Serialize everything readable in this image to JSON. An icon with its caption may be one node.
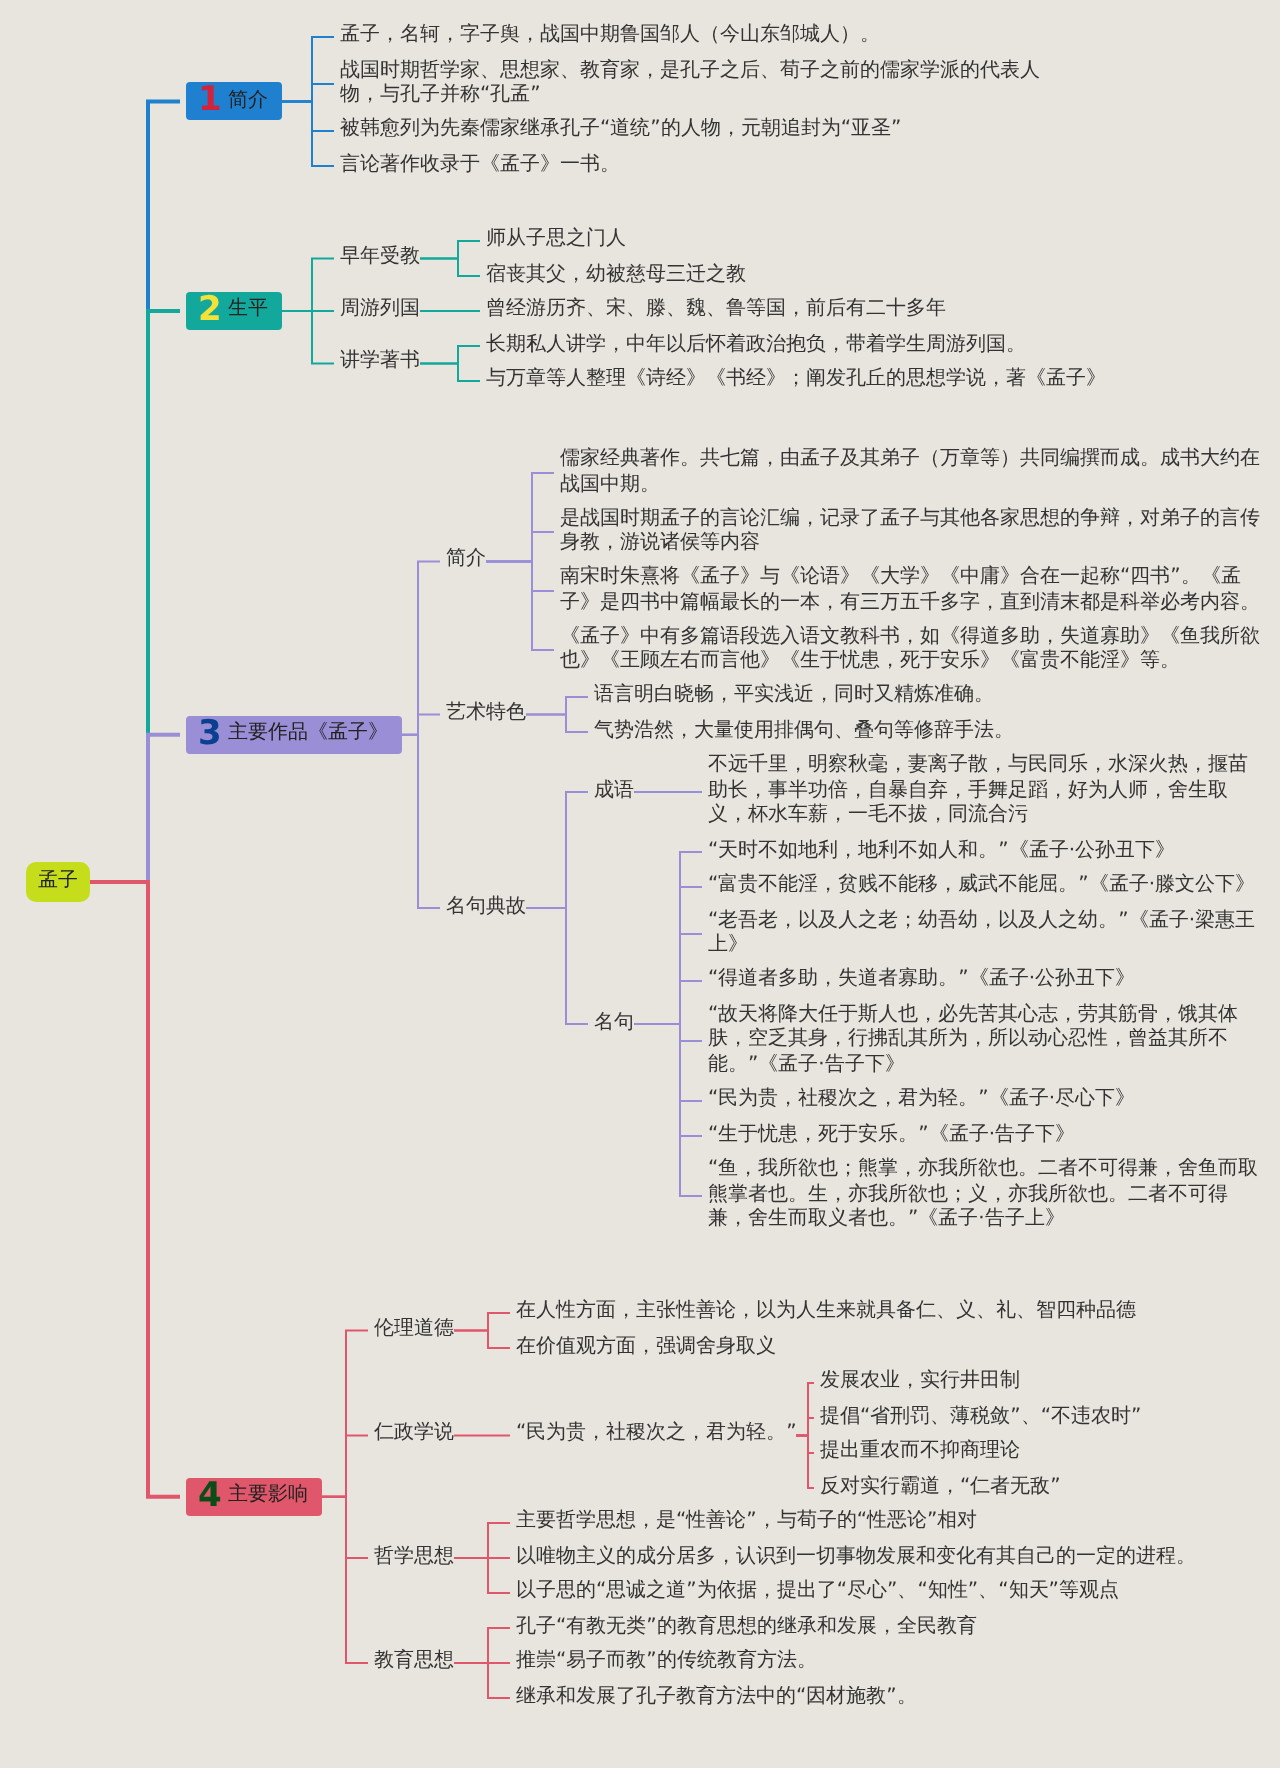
{
  "diagram": {
    "nodes": [
      {
        "text": [
          "孟子"
        ]
      },
      {
        "text": [
          "1",
          "简介"
        ]
      },
      {
        "text": [
          "孟子，名轲，字子舆，战国中期鲁国邹人（今山东邹城人）。"
        ]
      },
      {
        "text": [
          "战国时期哲学家、思想家、教育家，是孔子之后、荀子之前的儒家学派的代表人物，与孔子并称“孔孟”"
        ]
      },
      {
        "text": [
          "被韩愈列为先秦儒家继承孔子“道统”的人物，元朝追封为“亚圣”"
        ]
      },
      {
        "text": [
          "言论著作收录于《孟子》一书。"
        ]
      },
      {
        "text": [
          "2",
          "生平"
        ]
      },
      {
        "text": [
          "早年受教"
        ]
      },
      {
        "text": [
          "师从子思之门人"
        ]
      },
      {
        "text": [
          "宿丧其父，幼被慈母三迁之教"
        ]
      },
      {
        "text": [
          "周游列国"
        ]
      },
      {
        "text": [
          "曾经游历齐、宋、滕、魏、鲁等国，前后有二十多年"
        ]
      },
      {
        "text": [
          "讲学著书"
        ]
      },
      {
        "text": [
          "长期私人讲学，中年以后怀着政治抱负，带着学生周游列国。"
        ]
      },
      {
        "text": [
          "与万章等人整理《诗经》《书经》；阐发孔丘的思想学说，著《孟子》"
        ]
      },
      {
        "text": [
          "3",
          "主要作品《孟子》"
        ]
      },
      {
        "text": [
          "简介"
        ]
      },
      {
        "text": [
          "儒家经典著作。共七篇，由孟子及其弟子（万章等）共同编撰而成。成书大约在战国中期。"
        ]
      },
      {
        "text": [
          "是战国时期孟子的言论汇编，记录了孟子与其他各家思想的争辩，对弟子的言传身教，游说诸侯等内容"
        ]
      },
      {
        "text": [
          "南宋时朱熹将《孟子》与《论语》《大学》《中庸》合在一起称“四书”。《孟子》是四书中篇幅最长的一本，有三万五千多字，直到清末都是科举必考内容。"
        ]
      },
      {
        "text": [
          "《孟子》中有多篇语段选入语文教科书，如《得道多助，失道寡助》《鱼我所欲也》《王顾左右而言他》《生于忧患，死于安乐》《富贵不能淫》等。"
        ]
      },
      {
        "text": [
          "艺术特色"
        ]
      },
      {
        "text": [
          "语言明白晓畅，平实浅近，同时又精炼准确。"
        ]
      },
      {
        "text": [
          "气势浩然，大量使用排偶句、叠句等修辞手法。"
        ]
      },
      {
        "text": [
          "名句典故"
        ]
      },
      {
        "text": [
          "成语"
        ]
      },
      {
        "text": [
          "不远千里，明察秋毫，妻离子散，与民同乐，水深火热，揠苗助长，事半功倍，自暴自弃，手舞足蹈，好为人师，舍生取义，杯水车薪，一毛不拔，同流合污"
        ]
      },
      {
        "text": [
          "名句"
        ]
      },
      {
        "text": [
          "“天时不如地利，地利不如人和。”《孟子·公孙丑下》"
        ]
      },
      {
        "text": [
          "“富贵不能淫，贫贱不能移，威武不能屈。”《孟子·滕文公下》"
        ]
      },
      {
        "text": [
          "“老吾老，以及人之老；幼吾幼，以及人之幼。”《孟子·梁惠王上》"
        ]
      },
      {
        "text": [
          "“得道者多助，失道者寡助。”《孟子·公孙丑下》"
        ]
      },
      {
        "text": [
          "“故天将降大任于斯人也，必先苦其心志，劳其筋骨，饿其体肤，空乏其身，行拂乱其所为，所以动心忍性，曾益其所不能。”《孟子·告子下》"
        ]
      },
      {
        "text": [
          "“民为贵，社稷次之，君为轻。”《孟子·尽心下》"
        ]
      },
      {
        "text": [
          "“生于忧患，死于安乐。”《孟子·告子下》"
        ]
      },
      {
        "text": [
          "“鱼，我所欲也；熊掌，亦我所欲也。二者不可得兼，舍鱼而取熊掌者也。生，亦我所欲也；义，亦我所欲也。二者不可得兼，舍生而取义者也。”《孟子·告子上》"
        ]
      },
      {
        "text": [
          "4",
          "主要影响"
        ]
      },
      {
        "text": [
          "伦理道德"
        ]
      },
      {
        "text": [
          "在人性方面，主张性善论，以为人生来就具备仁、义、礼、智四种品德"
        ]
      },
      {
        "text": [
          "在价值观方面，强调舍身取义"
        ]
      },
      {
        "text": [
          "仁政学说"
        ]
      },
      {
        "text": [
          "“民为贵，社稷次之，君为轻。”"
        ]
      },
      {
        "text": [
          "发展农业，实行井田制"
        ]
      },
      {
        "text": [
          "提倡“省刑罚、薄税敛”、“不违农时”"
        ]
      },
      {
        "text": [
          "提出重农而不抑商理论"
        ]
      },
      {
        "text": [
          "反对实行霸道，“仁者无敌”"
        ]
      },
      {
        "text": [
          "哲学思想"
        ]
      },
      {
        "text": [
          "主要哲学思想，是“性善论”，与荀子的“性恶论”相对"
        ]
      },
      {
        "text": [
          "以唯物主义的成分居多，认识到一切事物发展和变化有其自己的一定的进程。"
        ]
      },
      {
        "text": [
          "以子思的“思诚之道”为依据，提出了“尽心”、“知性”、“知天”等观点"
        ]
      },
      {
        "text": [
          "教育思想"
        ]
      },
      {
        "text": [
          "孔子“有教无类”的教育思想的继承和发展，全民教育"
        ]
      },
      {
        "text": [
          "推崇“易子而教”的传统教育方法。"
        ]
      },
      {
        "text": [
          "继承和发展了孔子教育方法中的“因材施教”。"
        ]
      }
    ],
    "edges": [
      {
        "from": 0,
        "to": 1,
        "arrow": "none",
        "color": "#1f80d0"
      },
      {
        "from": 1,
        "to": 2,
        "arrow": "none",
        "color": "#1f80d0"
      },
      {
        "from": 1,
        "to": 3,
        "arrow": "none",
        "color": "#1f80d0"
      },
      {
        "from": 1,
        "to": 4,
        "arrow": "none",
        "color": "#1f80d0"
      },
      {
        "from": 1,
        "to": 5,
        "arrow": "none",
        "color": "#1f80d0"
      },
      {
        "from": 0,
        "to": 6,
        "arrow": "none",
        "color": "#12a89c"
      },
      {
        "from": 6,
        "to": 7,
        "arrow": "none",
        "color": "#12a89c"
      },
      {
        "from": 7,
        "to": 8,
        "arrow": "none",
        "color": "#12a89c"
      },
      {
        "from": 7,
        "to": 9,
        "arrow": "none",
        "color": "#12a89c"
      },
      {
        "from": 6,
        "to": 10,
        "arrow": "none",
        "color": "#12a89c"
      },
      {
        "from": 10,
        "to": 11,
        "arrow": "none",
        "color": "#12a89c"
      },
      {
        "from": 6,
        "to": 12,
        "arrow": "none",
        "color": "#12a89c"
      },
      {
        "from": 12,
        "to": 13,
        "arrow": "none",
        "color": "#12a89c"
      },
      {
        "from": 12,
        "to": 14,
        "arrow": "none",
        "color": "#12a89c"
      },
      {
        "from": 0,
        "to": 15,
        "arrow": "none",
        "color": "#9a8ed6"
      },
      {
        "from": 15,
        "to": 16,
        "arrow": "none",
        "color": "#9a8ed6"
      },
      {
        "from": 16,
        "to": 17,
        "arrow": "none",
        "color": "#9a8ed6"
      },
      {
        "from": 16,
        "to": 18,
        "arrow": "none",
        "color": "#9a8ed6"
      },
      {
        "from": 16,
        "to": 19,
        "arrow": "none",
        "color": "#9a8ed6"
      },
      {
        "from": 16,
        "to": 20,
        "arrow": "none",
        "color": "#9a8ed6"
      },
      {
        "from": 15,
        "to": 21,
        "arrow": "none",
        "color": "#9a8ed6"
      },
      {
        "from": 21,
        "to": 22,
        "arrow": "none",
        "color": "#9a8ed6"
      },
      {
        "from": 21,
        "to": 23,
        "arrow": "none",
        "color": "#9a8ed6"
      },
      {
        "from": 15,
        "to": 24,
        "arrow": "none",
        "color": "#9a8ed6"
      },
      {
        "from": 24,
        "to": 25,
        "arrow": "none",
        "color": "#9a8ed6"
      },
      {
        "from": 25,
        "to": 26,
        "arrow": "none",
        "color": "#9a8ed6"
      },
      {
        "from": 24,
        "to": 27,
        "arrow": "none",
        "color": "#9a8ed6"
      },
      {
        "from": 27,
        "to": 28,
        "arrow": "none",
        "color": "#9a8ed6"
      },
      {
        "from": 27,
        "to": 29,
        "arrow": "none",
        "color": "#9a8ed6"
      },
      {
        "from": 27,
        "to": 30,
        "arrow": "none",
        "color": "#9a8ed6"
      },
      {
        "from": 27,
        "to": 31,
        "arrow": "none",
        "color": "#9a8ed6"
      },
      {
        "from": 27,
        "to": 32,
        "arrow": "none",
        "color": "#9a8ed6"
      },
      {
        "from": 27,
        "to": 33,
        "arrow": "none",
        "color": "#9a8ed6"
      },
      {
        "from": 27,
        "to": 34,
        "arrow": "none",
        "color": "#9a8ed6"
      },
      {
        "from": 27,
        "to": 35,
        "arrow": "none",
        "color": "#9a8ed6"
      },
      {
        "from": 0,
        "to": 36,
        "arrow": "none",
        "color": "#e0566a"
      },
      {
        "from": 36,
        "to": 37,
        "arrow": "none",
        "color": "#e0566a"
      },
      {
        "from": 37,
        "to": 38,
        "arrow": "none",
        "color": "#e0566a"
      },
      {
        "from": 37,
        "to": 39,
        "arrow": "none",
        "color": "#e0566a"
      },
      {
        "from": 36,
        "to": 40,
        "arrow": "none",
        "color": "#e0566a"
      },
      {
        "from": 40,
        "to": 41,
        "arrow": "none",
        "color": "#e0566a"
      },
      {
        "from": 41,
        "to": 42,
        "arrow": "none",
        "color": "#e0566a"
      },
      {
        "from": 41,
        "to": 43,
        "arrow": "none",
        "color": "#e0566a"
      },
      {
        "from": 41,
        "to": 44,
        "arrow": "none",
        "color": "#e0566a"
      },
      {
        "from": 41,
        "to": 45,
        "arrow": "none",
        "color": "#e0566a"
      },
      {
        "from": 36,
        "to": 46,
        "arrow": "none",
        "color": "#e0566a"
      },
      {
        "from": 46,
        "to": 47,
        "arrow": "none",
        "color": "#e0566a"
      },
      {
        "from": 46,
        "to": 48,
        "arrow": "none",
        "color": "#e0566a"
      },
      {
        "from": 46,
        "to": 49,
        "arrow": "none",
        "color": "#e0566a"
      },
      {
        "from": 36,
        "to": 50,
        "arrow": "none",
        "color": "#e0566a"
      },
      {
        "from": 50,
        "to": 51,
        "arrow": "none",
        "color": "#e0566a"
      },
      {
        "from": 50,
        "to": 52,
        "arrow": "none",
        "color": "#e0566a"
      },
      {
        "from": 50,
        "to": 53,
        "arrow": "none",
        "color": "#e0566a"
      }
    ]
  }
}
